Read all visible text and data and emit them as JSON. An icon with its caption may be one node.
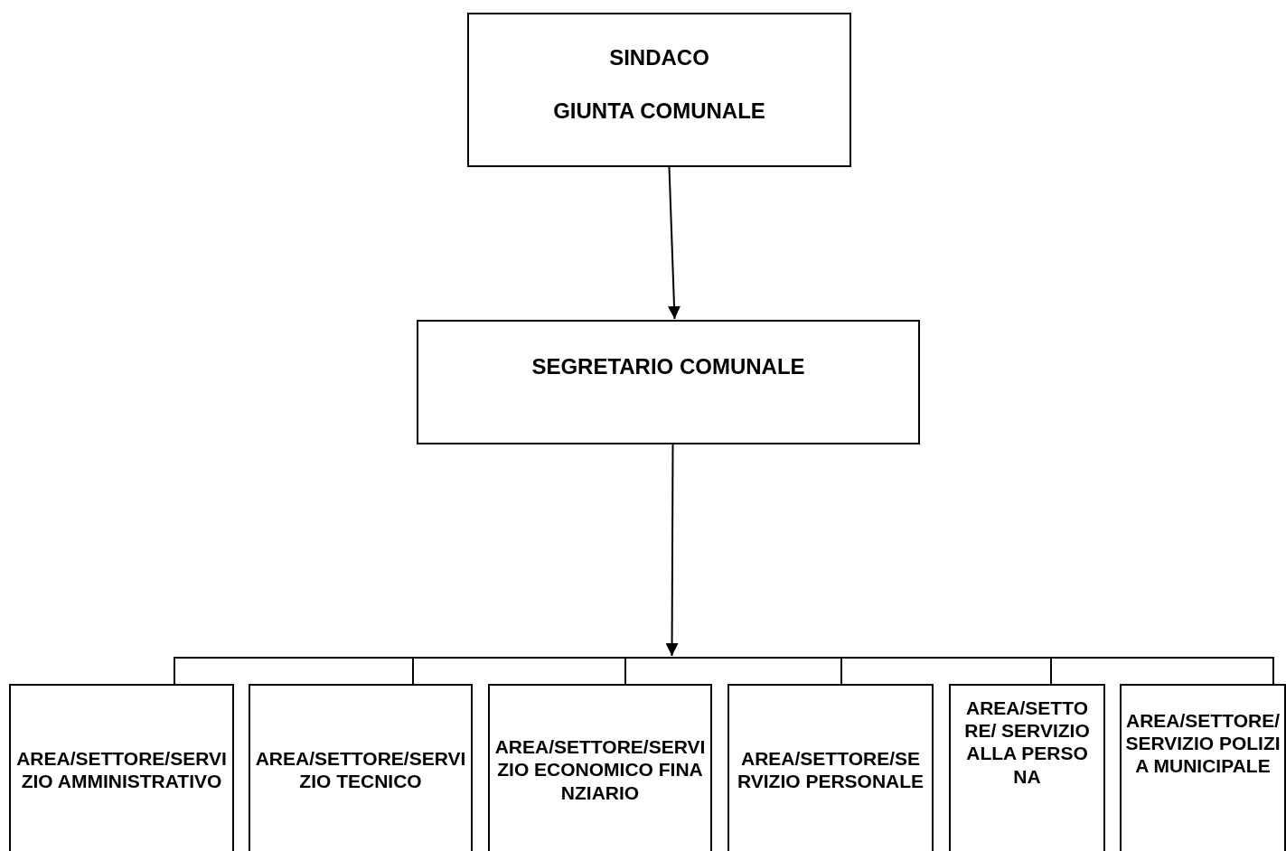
{
  "diagram": {
    "nodes": [
      {
        "text": [
          "SINDACO",
          "GIUNTA COMUNALE"
        ]
      },
      {
        "text": [
          "SEGRETARIO COMUNALE"
        ]
      },
      {
        "text": [],
        "shape": "bar"
      },
      {
        "text": [
          "AREA/SETTORE/SERVIZIO AMMINISTRATIVO"
        ]
      },
      {
        "text": [
          "AREA/SETTORE/SERVIZIO TECNICO"
        ]
      },
      {
        "text": [
          "AREA/SETTORE/SERVIZIO ECONOMICO FINANZIARIO"
        ]
      },
      {
        "text": [
          "AREA/SETTORE/SERVIZIO PERSONALE"
        ]
      },
      {
        "text": [
          "AREA/SETTORE/ SERVIZIO ALLA PERSONA"
        ]
      },
      {
        "text": [
          "AREA/SETTORE/ SERVIZIO POLIZIA MUNICIPALE"
        ]
      }
    ],
    "edges": [
      {
        "from": 0,
        "to": 1,
        "arrow": "to"
      },
      {
        "from": 1,
        "to": 2,
        "arrow": "to"
      },
      {
        "from": 2,
        "to": 3,
        "arrow": "none"
      },
      {
        "from": 2,
        "to": 4,
        "arrow": "none"
      },
      {
        "from": 2,
        "to": 5,
        "arrow": "none"
      },
      {
        "from": 2,
        "to": 6,
        "arrow": "none"
      },
      {
        "from": 2,
        "to": 7,
        "arrow": "none"
      },
      {
        "from": 2,
        "to": 8,
        "arrow": "none"
      }
    ]
  }
}
